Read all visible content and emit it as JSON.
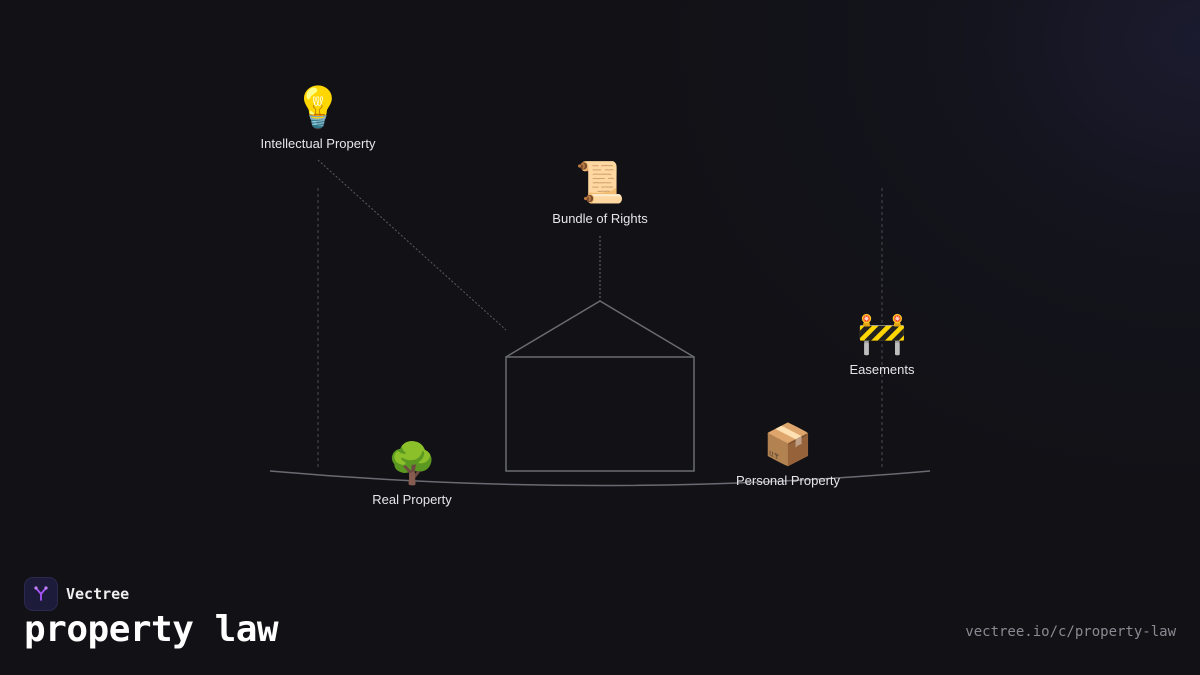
{
  "diagram": {
    "nodes": [
      {
        "id": "intellectual-property",
        "icon": "light-bulb-icon",
        "emoji": "💡",
        "label": "Intellectual Property"
      },
      {
        "id": "bundle-of-rights",
        "icon": "scroll-icon",
        "emoji": "📜",
        "label": "Bundle of Rights"
      },
      {
        "id": "easements",
        "icon": "construction-barrier-icon",
        "emoji": "🚧",
        "label": "Easements"
      },
      {
        "id": "personal-property",
        "icon": "package-icon",
        "emoji": "📦",
        "label": "Personal Property"
      },
      {
        "id": "real-property",
        "icon": "tree-icon",
        "emoji": "🌳",
        "label": "Real Property"
      }
    ]
  },
  "footer": {
    "brand_name": "Vectree",
    "title": "property law",
    "url": "vectree.io/c/property-law"
  },
  "colors": {
    "background": "#111116",
    "line": "#6a6a72",
    "text": "#e6e6ea",
    "accent": "#a855f7"
  }
}
